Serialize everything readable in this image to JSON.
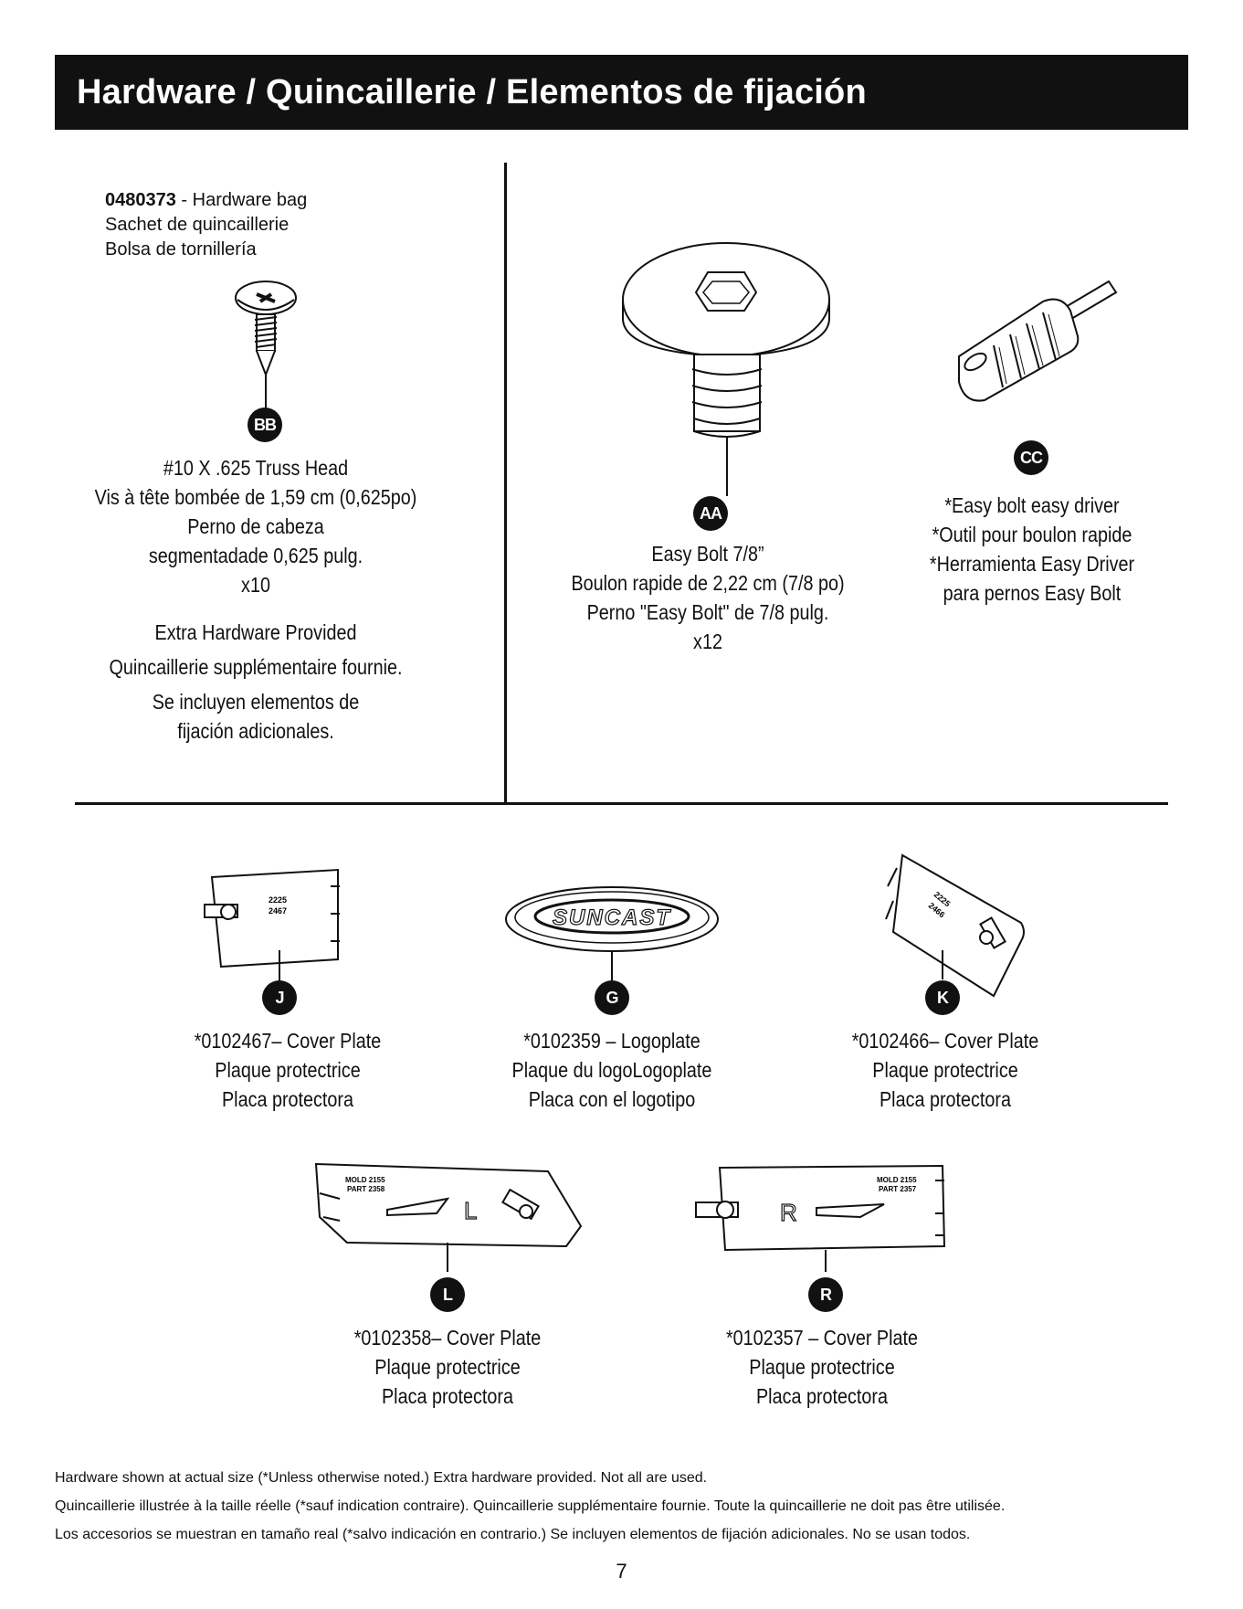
{
  "header": {
    "title": "Hardware / Quincaillerie / Elementos de fijación"
  },
  "bag": {
    "part_no": "0480373",
    "name_en": " - Hardware bag",
    "name_fr": "Sachet de quincaillerie",
    "name_es": "Bolsa de tornillería"
  },
  "parts": {
    "bb": {
      "badge": "BB",
      "lines": [
        "#10 X .625 Truss Head",
        "Vis à tête bombée de 1,59 cm (0,625po)",
        "Perno de cabeza",
        "segmentadade 0,625 pulg.",
        "x10"
      ],
      "extra": [
        "Extra Hardware Provided",
        "Quincaillerie supplémentaire fournie.",
        "Se incluyen elementos de",
        "fijación adicionales."
      ]
    },
    "aa": {
      "badge": "AA",
      "lines": [
        "Easy Bolt 7/8”",
        "Boulon rapide de 2,22 cm (7/8 po)",
        "Perno \"Easy Bolt\" de 7/8 pulg.",
        "x12"
      ]
    },
    "cc": {
      "badge": "CC",
      "lines": [
        "*Easy bolt easy driver",
        "*Outil pour boulon rapide",
        "*Herramienta Easy Driver",
        "para pernos Easy Bolt"
      ]
    },
    "j": {
      "badge": "J",
      "lines": [
        "*0102467– Cover Plate",
        "Plaque protectrice",
        "Placa protectora"
      ],
      "mold": [
        "2225",
        "2467"
      ]
    },
    "g": {
      "badge": "G",
      "lines": [
        "*0102359 – Logoplate",
        "Plaque du logoLogoplate",
        "Placa con el logotipo"
      ],
      "logo": "SUNCAST"
    },
    "k": {
      "badge": "K",
      "lines": [
        "*0102466– Cover Plate",
        "Plaque protectrice",
        "Placa protectora"
      ],
      "mold": [
        "2225",
        "2466"
      ]
    },
    "l": {
      "badge": "L",
      "lines": [
        "*0102358– Cover Plate",
        "Plaque protectrice",
        "Placa protectora"
      ],
      "mold": [
        "MOLD 2155",
        "PART 2358"
      ],
      "letter": "L"
    },
    "r": {
      "badge": "R",
      "lines": [
        "*0102357 – Cover Plate",
        "Plaque protectrice",
        "Placa protectora"
      ],
      "mold": [
        "MOLD 2155",
        "PART 2357"
      ],
      "letter": "R"
    }
  },
  "footer": {
    "en": "Hardware shown at actual size (*Unless otherwise noted.) Extra hardware provided. Not all are used.",
    "fr": "Quincaillerie illustrée à la taille réelle (*sauf indication contraire). Quincaillerie supplémentaire fournie. Toute la quincaillerie ne doit pas être utilisée.",
    "es": "Los accesorios se muestran en tamaño real (*salvo indicación en contrario.) Se incluyen elementos de fijación adicionales. No se usan todos."
  },
  "page_number": "7",
  "icons": [
    "truss-head-screw-icon",
    "easy-bolt-icon",
    "easy-driver-icon",
    "cover-plate-icon",
    "logoplate-icon"
  ]
}
